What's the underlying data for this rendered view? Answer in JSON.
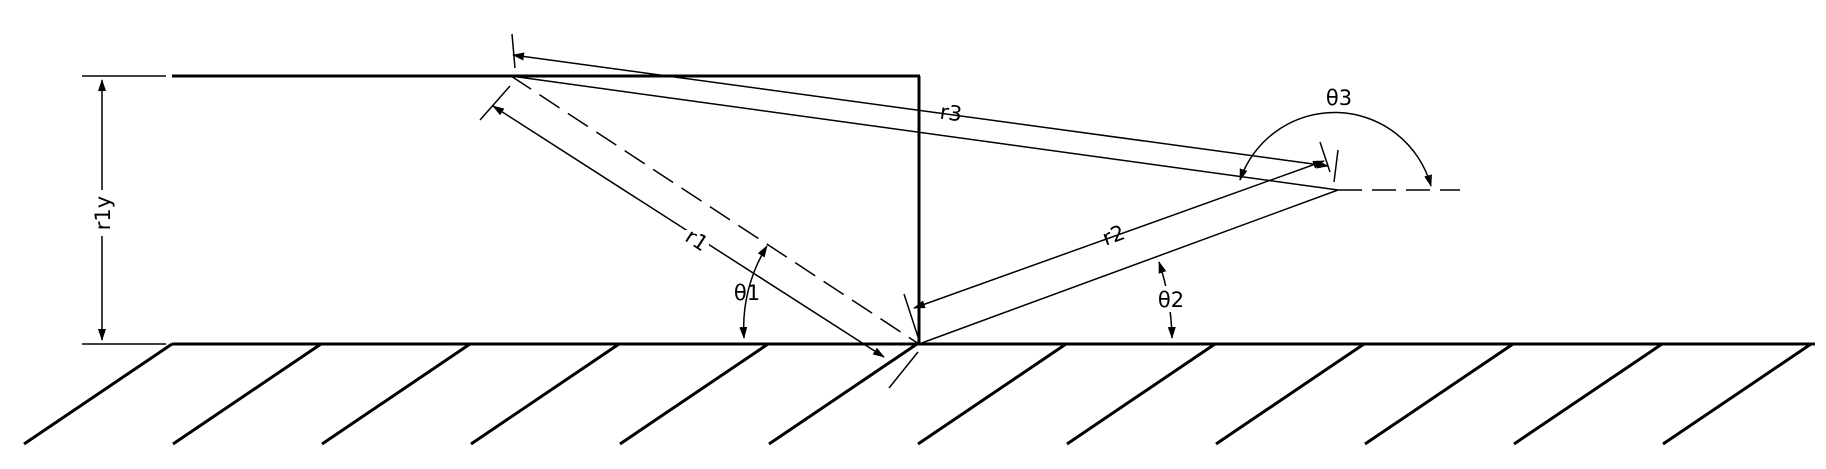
{
  "labels": {
    "r1": "r1",
    "r2": "r2",
    "r3": "r3",
    "r1y": "r1y",
    "theta1": "θ1",
    "theta2": "θ2",
    "theta3": "θ3"
  }
}
